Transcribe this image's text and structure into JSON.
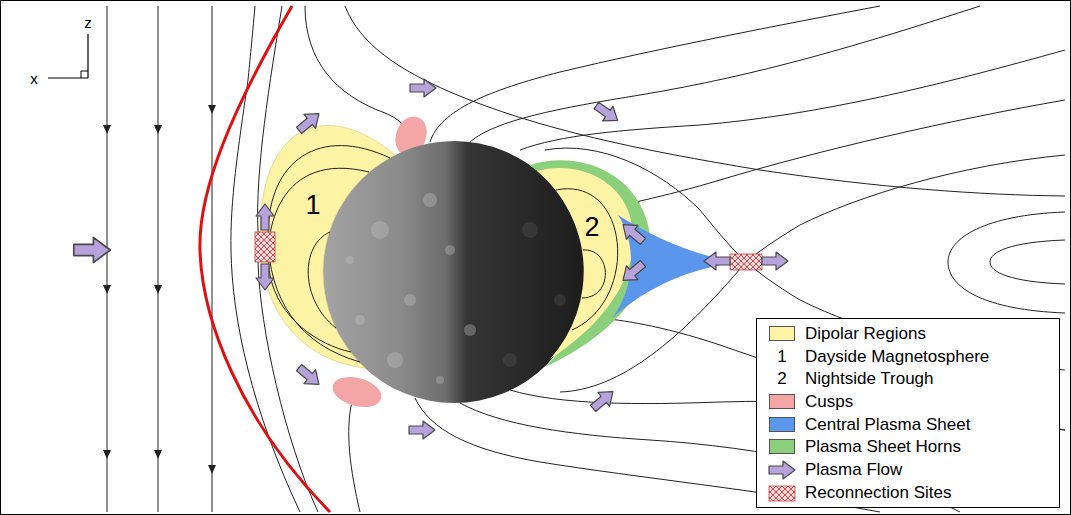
{
  "diagram": {
    "nodes": [
      {
        "text": [
          "1"
        ]
      },
      {
        "text": [
          "2"
        ]
      }
    ],
    "labels": [
      "z",
      "x",
      "1",
      "2"
    ],
    "legend": [
      {
        "text": "Dipolar Regions",
        "color": "#fff3a6"
      },
      {
        "text": "Dayside Magnetosphere"
      },
      {
        "text": "Nightside Trough"
      },
      {
        "text": "Cusps",
        "color": "#f4a6a6"
      },
      {
        "text": "Central Plasma Sheet",
        "color": "#5a96ec"
      },
      {
        "text": "Plasma Sheet Horns",
        "color": "#8dd07c"
      },
      {
        "text": "Plasma Flow"
      },
      {
        "text": "Reconnection Sites"
      }
    ]
  }
}
